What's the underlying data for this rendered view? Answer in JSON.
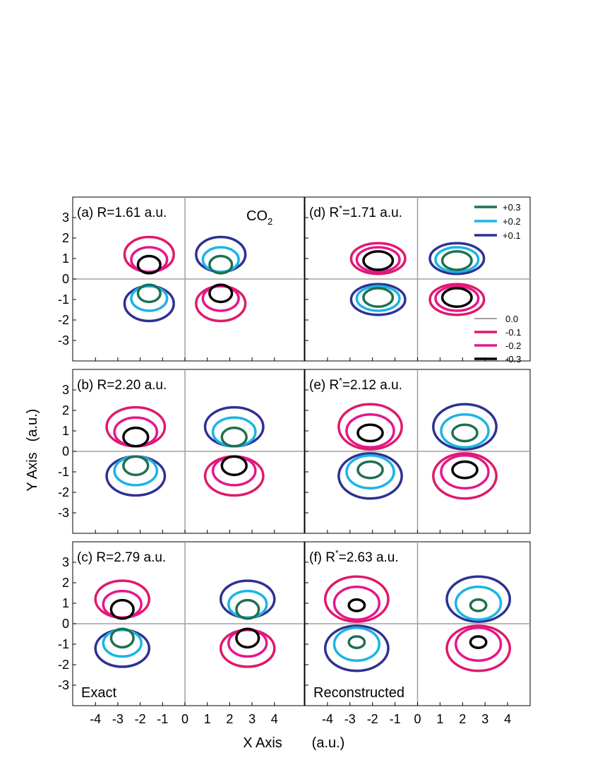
{
  "figure": {
    "xlabel": "X Axis",
    "xunit": "(a.u.)",
    "ylabel": "Y Axis",
    "yunit": "(a.u.)"
  },
  "colors": {
    "+0.3": "#1e7050",
    "+0.2": "#1ab4e6",
    "+0.1": "#2e3192",
    "0.0": "#a0a0a0",
    "-0.1": "#e0196a",
    "-0.2": "#e6168c",
    "-0.3": "#000000"
  },
  "chart_data": [
    {
      "type": "contour",
      "panel": "(a)",
      "title": "(a) R=1.61 a.u.",
      "annotation": "CO",
      "annotation_sub": "2",
      "xlim": [
        -5,
        5
      ],
      "ylim": [
        -4,
        4
      ],
      "xticks": [
        -4,
        -3,
        -2,
        -1,
        0,
        1,
        2,
        3,
        4
      ],
      "yticks": [
        3,
        2,
        1,
        0,
        -1,
        -2,
        -3
      ],
      "show_xticklabels": false,
      "contours": [
        {
          "level": "-0.1",
          "cx": -1.6,
          "cy": 1.2,
          "rx": 1.1,
          "ry": 0.85
        },
        {
          "level": "-0.2",
          "cx": -1.6,
          "cy": 0.95,
          "rx": 0.8,
          "ry": 0.6
        },
        {
          "level": "-0.3",
          "cx": -1.6,
          "cy": 0.7,
          "rx": 0.5,
          "ry": 0.42
        },
        {
          "level": "+0.1",
          "cx": -1.6,
          "cy": -1.2,
          "rx": 1.1,
          "ry": 0.85
        },
        {
          "level": "+0.2",
          "cx": -1.6,
          "cy": -0.95,
          "rx": 0.8,
          "ry": 0.6
        },
        {
          "level": "+0.3",
          "cx": -1.6,
          "cy": -0.7,
          "rx": 0.5,
          "ry": 0.42
        },
        {
          "level": "+0.1",
          "cx": 1.6,
          "cy": 1.2,
          "rx": 1.1,
          "ry": 0.85
        },
        {
          "level": "+0.2",
          "cx": 1.6,
          "cy": 0.95,
          "rx": 0.8,
          "ry": 0.6
        },
        {
          "level": "+0.3",
          "cx": 1.6,
          "cy": 0.7,
          "rx": 0.5,
          "ry": 0.42
        },
        {
          "level": "-0.1",
          "cx": 1.6,
          "cy": -1.2,
          "rx": 1.1,
          "ry": 0.85
        },
        {
          "level": "-0.2",
          "cx": 1.6,
          "cy": -0.95,
          "rx": 0.8,
          "ry": 0.6
        },
        {
          "level": "-0.3",
          "cx": 1.6,
          "cy": -0.7,
          "rx": 0.5,
          "ry": 0.42
        }
      ]
    },
    {
      "type": "contour",
      "panel": "(b)",
      "title": "(b) R=2.20 a.u.",
      "xlim": [
        -5,
        5
      ],
      "ylim": [
        -4,
        4
      ],
      "xticks": [
        -4,
        -3,
        -2,
        -1,
        0,
        1,
        2,
        3,
        4
      ],
      "yticks": [
        3,
        2,
        1,
        0,
        -1,
        -2,
        -3
      ],
      "show_xticklabels": false,
      "contours": [
        {
          "level": "-0.1",
          "cx": -2.2,
          "cy": 1.2,
          "rx": 1.3,
          "ry": 0.95
        },
        {
          "level": "-0.2",
          "cx": -2.2,
          "cy": 0.95,
          "rx": 0.95,
          "ry": 0.7
        },
        {
          "level": "-0.3",
          "cx": -2.2,
          "cy": 0.7,
          "rx": 0.55,
          "ry": 0.45
        },
        {
          "level": "+0.1",
          "cx": -2.2,
          "cy": -1.2,
          "rx": 1.3,
          "ry": 0.95
        },
        {
          "level": "+0.2",
          "cx": -2.2,
          "cy": -0.95,
          "rx": 0.95,
          "ry": 0.7
        },
        {
          "level": "+0.3",
          "cx": -2.2,
          "cy": -0.7,
          "rx": 0.55,
          "ry": 0.45
        },
        {
          "level": "+0.1",
          "cx": 2.2,
          "cy": 1.2,
          "rx": 1.3,
          "ry": 0.95
        },
        {
          "level": "+0.2",
          "cx": 2.2,
          "cy": 0.95,
          "rx": 0.95,
          "ry": 0.7
        },
        {
          "level": "+0.3",
          "cx": 2.2,
          "cy": 0.7,
          "rx": 0.55,
          "ry": 0.45
        },
        {
          "level": "-0.1",
          "cx": 2.2,
          "cy": -1.2,
          "rx": 1.3,
          "ry": 0.95
        },
        {
          "level": "-0.2",
          "cx": 2.2,
          "cy": -0.95,
          "rx": 0.95,
          "ry": 0.7
        },
        {
          "level": "-0.3",
          "cx": 2.2,
          "cy": -0.7,
          "rx": 0.55,
          "ry": 0.45
        }
      ]
    },
    {
      "type": "contour",
      "panel": "(c)",
      "title": "(c) R=2.79 a.u.",
      "annotation": "Exact",
      "xlim": [
        -5,
        5
      ],
      "ylim": [
        -4,
        4
      ],
      "xticks": [
        -4,
        -3,
        -2,
        -1,
        0,
        1,
        2,
        3,
        4
      ],
      "yticks": [
        3,
        2,
        1,
        0,
        -1,
        -2,
        -3
      ],
      "show_xticklabels": true,
      "contours": [
        {
          "level": "-0.1",
          "cx": -2.8,
          "cy": 1.2,
          "rx": 1.2,
          "ry": 0.9
        },
        {
          "level": "-0.2",
          "cx": -2.8,
          "cy": 0.95,
          "rx": 0.85,
          "ry": 0.65
        },
        {
          "level": "-0.3",
          "cx": -2.8,
          "cy": 0.7,
          "rx": 0.5,
          "ry": 0.45
        },
        {
          "level": "+0.1",
          "cx": -2.8,
          "cy": -1.2,
          "rx": 1.2,
          "ry": 0.9
        },
        {
          "level": "+0.2",
          "cx": -2.8,
          "cy": -0.95,
          "rx": 0.85,
          "ry": 0.65
        },
        {
          "level": "+0.3",
          "cx": -2.8,
          "cy": -0.7,
          "rx": 0.5,
          "ry": 0.45
        },
        {
          "level": "+0.1",
          "cx": 2.8,
          "cy": 1.2,
          "rx": 1.2,
          "ry": 0.9
        },
        {
          "level": "+0.2",
          "cx": 2.8,
          "cy": 0.95,
          "rx": 0.85,
          "ry": 0.65
        },
        {
          "level": "+0.3",
          "cx": 2.8,
          "cy": 0.7,
          "rx": 0.5,
          "ry": 0.45
        },
        {
          "level": "-0.1",
          "cx": 2.8,
          "cy": -1.2,
          "rx": 1.2,
          "ry": 0.9
        },
        {
          "level": "-0.2",
          "cx": 2.8,
          "cy": -0.95,
          "rx": 0.85,
          "ry": 0.65
        },
        {
          "level": "-0.3",
          "cx": 2.8,
          "cy": -0.7,
          "rx": 0.5,
          "ry": 0.45
        }
      ]
    },
    {
      "type": "contour",
      "panel": "(d)",
      "title": "(d) R",
      "title_sup": "*",
      "title_rest": "=1.71 a.u.",
      "xlim": [
        -5,
        5
      ],
      "ylim": [
        -4,
        4
      ],
      "xticks": [
        -4,
        -3,
        -2,
        -1,
        0,
        1,
        2,
        3,
        4
      ],
      "yticks": [],
      "show_xticklabels": false,
      "legend_top": [
        "+0.3",
        "+0.2",
        "+0.1"
      ],
      "legend_bottom": [
        "0.0",
        "-0.1",
        "-0.2",
        "-0.3"
      ],
      "contours": [
        {
          "level": "-0.1",
          "cx": -1.75,
          "cy": 1.0,
          "rx": 1.2,
          "ry": 0.75
        },
        {
          "level": "-0.2",
          "cx": -1.75,
          "cy": 0.95,
          "rx": 0.95,
          "ry": 0.6
        },
        {
          "level": "-0.3",
          "cx": -1.75,
          "cy": 0.9,
          "rx": 0.65,
          "ry": 0.45
        },
        {
          "level": "+0.1",
          "cx": -1.75,
          "cy": -1.0,
          "rx": 1.2,
          "ry": 0.75
        },
        {
          "level": "+0.2",
          "cx": -1.75,
          "cy": -0.95,
          "rx": 0.95,
          "ry": 0.6
        },
        {
          "level": "+0.3",
          "cx": -1.75,
          "cy": -0.9,
          "rx": 0.65,
          "ry": 0.45
        },
        {
          "level": "+0.1",
          "cx": 1.75,
          "cy": 1.0,
          "rx": 1.2,
          "ry": 0.75
        },
        {
          "level": "+0.2",
          "cx": 1.75,
          "cy": 0.95,
          "rx": 0.95,
          "ry": 0.6
        },
        {
          "level": "+0.3",
          "cx": 1.75,
          "cy": 0.9,
          "rx": 0.65,
          "ry": 0.45
        },
        {
          "level": "-0.1",
          "cx": 1.75,
          "cy": -1.0,
          "rx": 1.2,
          "ry": 0.75
        },
        {
          "level": "-0.2",
          "cx": 1.75,
          "cy": -0.95,
          "rx": 0.95,
          "ry": 0.6
        },
        {
          "level": "-0.3",
          "cx": 1.75,
          "cy": -0.9,
          "rx": 0.65,
          "ry": 0.45
        }
      ]
    },
    {
      "type": "contour",
      "panel": "(e)",
      "title": "(e) R",
      "title_sup": "*",
      "title_rest": "=2.12 a.u.",
      "xlim": [
        -5,
        5
      ],
      "ylim": [
        -4,
        4
      ],
      "xticks": [
        -4,
        -3,
        -2,
        -1,
        0,
        1,
        2,
        3,
        4
      ],
      "yticks": [],
      "show_xticklabels": false,
      "contours": [
        {
          "level": "-0.1",
          "cx": -2.1,
          "cy": 1.2,
          "rx": 1.4,
          "ry": 1.1
        },
        {
          "level": "-0.2",
          "cx": -2.1,
          "cy": 1.0,
          "rx": 1.05,
          "ry": 0.8
        },
        {
          "level": "-0.3",
          "cx": -2.1,
          "cy": 0.9,
          "rx": 0.55,
          "ry": 0.4
        },
        {
          "level": "+0.1",
          "cx": -2.1,
          "cy": -1.2,
          "rx": 1.4,
          "ry": 1.1
        },
        {
          "level": "+0.2",
          "cx": -2.1,
          "cy": -1.0,
          "rx": 1.05,
          "ry": 0.8
        },
        {
          "level": "+0.3",
          "cx": -2.1,
          "cy": -0.9,
          "rx": 0.55,
          "ry": 0.4
        },
        {
          "level": "+0.1",
          "cx": 2.1,
          "cy": 1.2,
          "rx": 1.4,
          "ry": 1.1
        },
        {
          "level": "+0.2",
          "cx": 2.1,
          "cy": 1.0,
          "rx": 1.05,
          "ry": 0.8
        },
        {
          "level": "+0.3",
          "cx": 2.1,
          "cy": 0.9,
          "rx": 0.55,
          "ry": 0.4
        },
        {
          "level": "-0.1",
          "cx": 2.1,
          "cy": -1.2,
          "rx": 1.4,
          "ry": 1.1
        },
        {
          "level": "-0.2",
          "cx": 2.1,
          "cy": -1.0,
          "rx": 1.05,
          "ry": 0.8
        },
        {
          "level": "-0.3",
          "cx": 2.1,
          "cy": -0.9,
          "rx": 0.55,
          "ry": 0.4
        }
      ]
    },
    {
      "type": "contour",
      "panel": "(f)",
      "title": "(f) R",
      "title_sup": "*",
      "title_rest": "=2.63 a.u.",
      "annotation": "Reconstructed",
      "xlim": [
        -5,
        5
      ],
      "ylim": [
        -4,
        4
      ],
      "xticks": [
        -4,
        -3,
        -2,
        -1,
        0,
        1,
        2,
        3,
        4
      ],
      "yticks": [],
      "show_xticklabels": true,
      "contours": [
        {
          "level": "-0.1",
          "cx": -2.7,
          "cy": 1.2,
          "rx": 1.4,
          "ry": 1.1
        },
        {
          "level": "-0.2",
          "cx": -2.7,
          "cy": 1.0,
          "rx": 1.0,
          "ry": 0.8
        },
        {
          "level": "-0.3",
          "cx": -2.7,
          "cy": 0.9,
          "rx": 0.35,
          "ry": 0.28
        },
        {
          "level": "+0.1",
          "cx": -2.7,
          "cy": -1.2,
          "rx": 1.4,
          "ry": 1.1
        },
        {
          "level": "+0.2",
          "cx": -2.7,
          "cy": -1.0,
          "rx": 1.0,
          "ry": 0.8
        },
        {
          "level": "+0.3",
          "cx": -2.7,
          "cy": -0.9,
          "rx": 0.35,
          "ry": 0.28
        },
        {
          "level": "+0.1",
          "cx": 2.7,
          "cy": 1.2,
          "rx": 1.4,
          "ry": 1.1
        },
        {
          "level": "+0.2",
          "cx": 2.7,
          "cy": 1.0,
          "rx": 1.0,
          "ry": 0.8
        },
        {
          "level": "+0.3",
          "cx": 2.7,
          "cy": 0.9,
          "rx": 0.35,
          "ry": 0.28
        },
        {
          "level": "-0.1",
          "cx": 2.7,
          "cy": -1.2,
          "rx": 1.4,
          "ry": 1.1
        },
        {
          "level": "-0.2",
          "cx": 2.7,
          "cy": -1.0,
          "rx": 1.0,
          "ry": 0.8
        },
        {
          "level": "-0.3",
          "cx": 2.7,
          "cy": -0.9,
          "rx": 0.35,
          "ry": 0.28
        }
      ]
    }
  ]
}
